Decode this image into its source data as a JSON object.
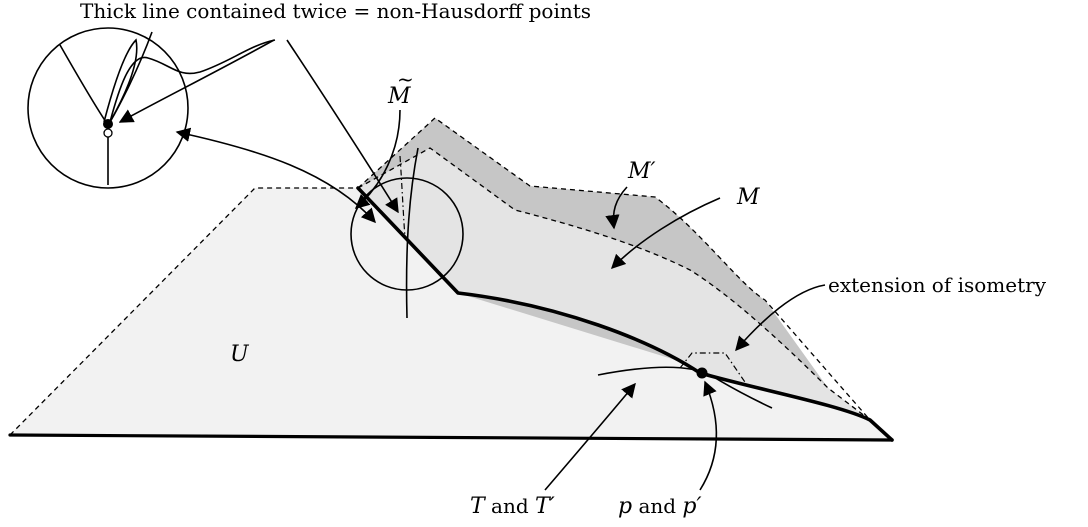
{
  "labels": {
    "top_caption": "Thick line contained twice = non-Hausdorff points",
    "m_tilde_base": "M",
    "m_tilde_accent": "~",
    "m_prime_base": "M",
    "m_prime_mark": "′",
    "m": "M",
    "u": "U",
    "extension": "extension of isometry",
    "t_var": "T",
    "t_and": " and ",
    "t_prime_var": "T′",
    "p_var": "p",
    "p_and": " and ",
    "p_prime_var": "p′"
  },
  "colors": {
    "u_fill": "#f2f2f2",
    "m_fill": "#e4e4e4",
    "m_prime_fill": "#c6c6c6",
    "ink": "#000000"
  }
}
